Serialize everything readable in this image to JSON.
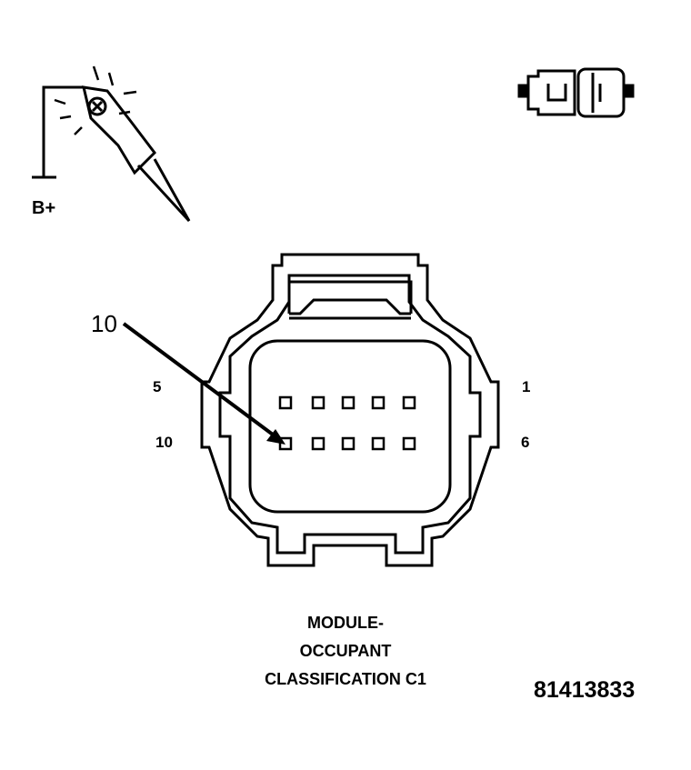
{
  "probe_label": "B+",
  "callout_label": "10",
  "pin_labels": {
    "top_left": "5",
    "bottom_left": "10",
    "top_right": "1",
    "bottom_right": "6"
  },
  "caption_lines": [
    "MODULE-",
    "OCCUPANT",
    "CLASSIFICATION C1"
  ],
  "part_number": "81413833"
}
